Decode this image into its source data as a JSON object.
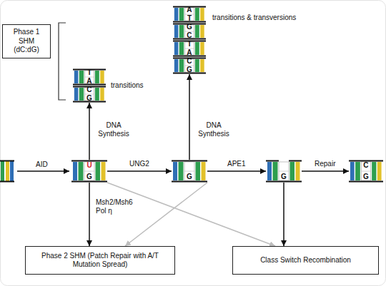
{
  "diagram": {
    "nodes": [
      {
        "text": [
          "Phase 1 SHM (dC:dG)"
        ]
      },
      {
        "text": [
          "T",
          "A"
        ]
      },
      {
        "text": [
          "C",
          "G"
        ]
      },
      {
        "text": [
          "A",
          "T"
        ]
      },
      {
        "text": [
          "G",
          "C"
        ]
      },
      {
        "text": [
          "T",
          "A"
        ]
      },
      {
        "text": [
          "C",
          "G"
        ]
      },
      {
        "text": [
          "U",
          "G"
        ]
      },
      {
        "text": [
          "G"
        ]
      },
      {
        "text": [
          "G"
        ]
      },
      {
        "text": [
          "C",
          "G"
        ]
      },
      {
        "text": [
          "Phase 2 SHM (Patch Repair with A/T Mutation Spread)"
        ]
      },
      {
        "text": [
          "Class Switch Recombination"
        ]
      }
    ],
    "edges": [
      {
        "from": 7,
        "to": 8,
        "label": "UNG2",
        "arrow": "to"
      },
      {
        "from": 8,
        "to": 9,
        "label": "APE1",
        "arrow": "to"
      },
      {
        "from": 9,
        "to": 10,
        "label": "Repair",
        "arrow": "to"
      },
      {
        "from": 7,
        "to": 2,
        "label": "DNA Synthesis",
        "arrow": "to"
      },
      {
        "from": 8,
        "to": 6,
        "label": "DNA Synthesis",
        "arrow": "to"
      },
      {
        "from": 7,
        "to": 11,
        "label": "Msh2/Msh6 Pol η",
        "arrow": "to"
      },
      {
        "from": 7,
        "to": 12,
        "arrow": "to"
      },
      {
        "from": 8,
        "to": 11,
        "arrow": "to"
      },
      {
        "from": 9,
        "to": 12,
        "arrow": "to"
      }
    ],
    "labels": [
      "AID",
      "transitions",
      "transitions & transversions"
    ]
  }
}
